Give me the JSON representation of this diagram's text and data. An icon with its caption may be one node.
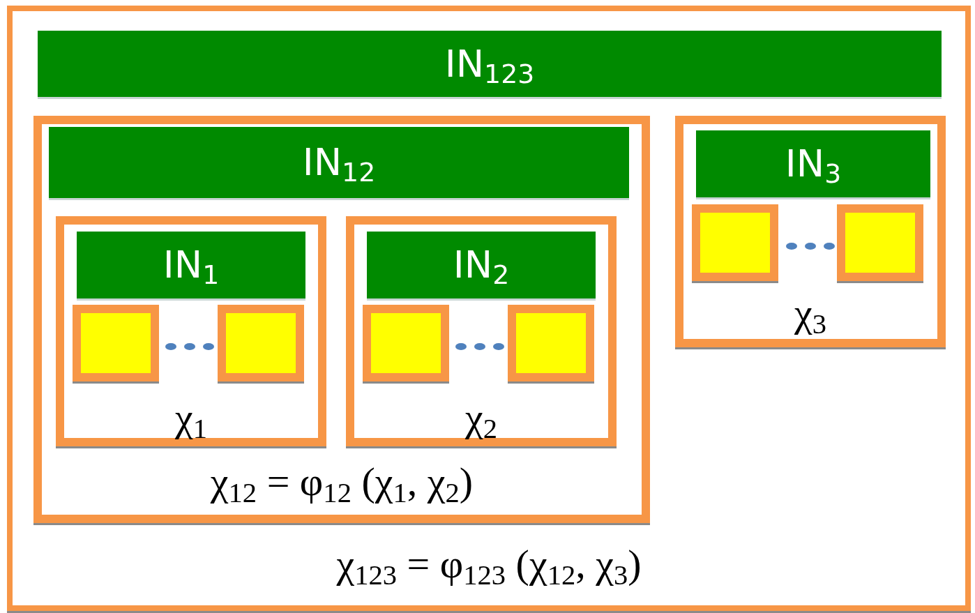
{
  "diagram": {
    "nodes": [
      {
        "text": [
          "χ$_{123}$ = φ$_{123}$  (χ$_{12}$, χ$_{3}$)"
        ]
      },
      {
        "text": [
          "IN$_{123}$"
        ],
        "in": 0
      },
      {
        "text": [
          "χ$_{12}$ = φ$_{12}$ (χ$_{1}$, χ$_{2}$)"
        ],
        "in": 0
      },
      {
        "text": [
          "IN$_{12}$"
        ],
        "in": 2
      },
      {
        "text": [
          "χ$_{1}$"
        ],
        "in": 2
      },
      {
        "text": [
          "IN$_{1}$"
        ],
        "in": 4
      },
      {
        "text": [],
        "shape": "box",
        "in": 4
      },
      {
        "text": [],
        "shape": "box",
        "in": 4
      },
      {
        "text": [
          "χ$_{2}$"
        ],
        "in": 2
      },
      {
        "text": [
          "IN$_{2}$"
        ],
        "in": 8
      },
      {
        "text": [],
        "shape": "box",
        "in": 8
      },
      {
        "text": [],
        "shape": "box",
        "in": 8
      },
      {
        "text": [
          "χ$_{3}$"
        ],
        "in": 0
      },
      {
        "text": [
          "IN$_{3}$"
        ],
        "in": 12
      },
      {
        "text": [],
        "shape": "box",
        "in": 12
      },
      {
        "text": [],
        "shape": "box",
        "in": 12
      }
    ],
    "edges": []
  }
}
